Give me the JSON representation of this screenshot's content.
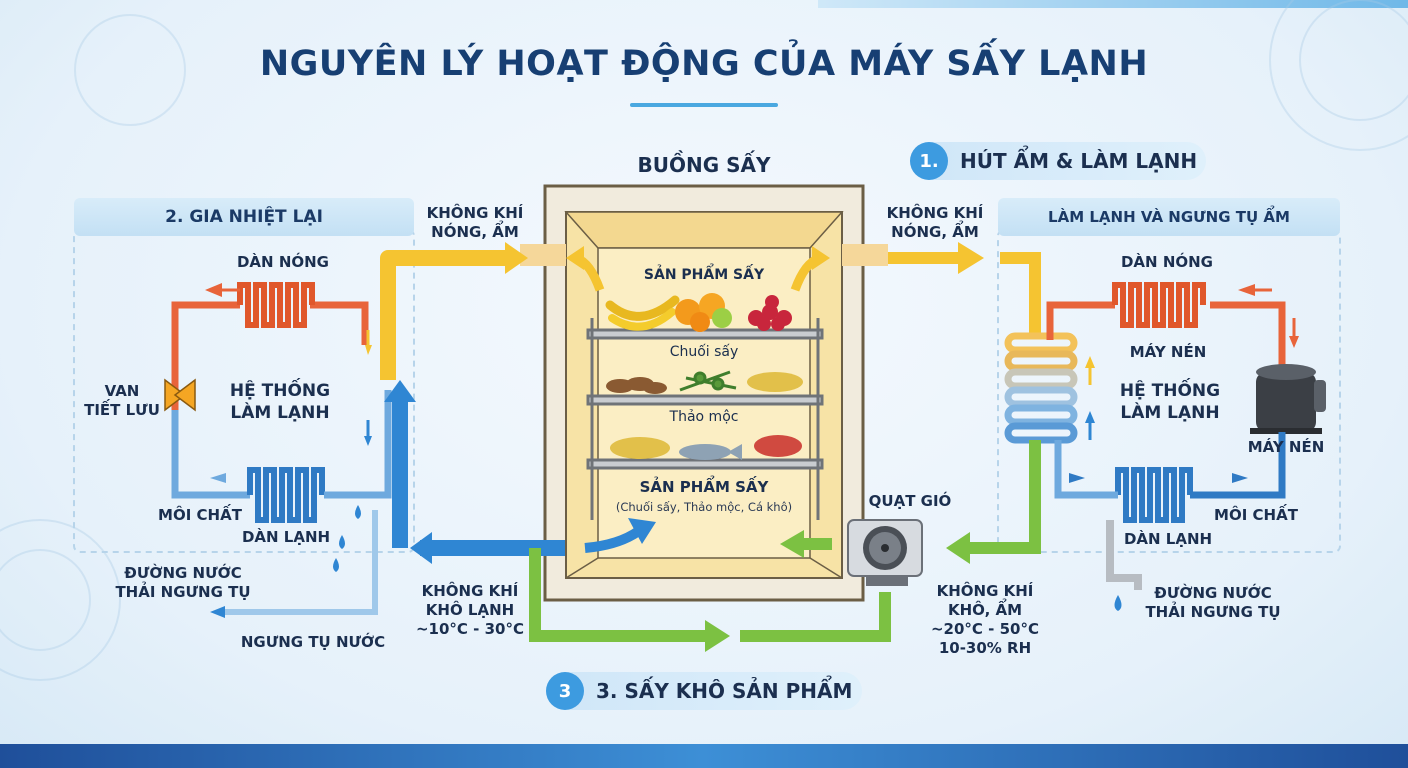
{
  "title": "NGUYÊN LÝ HOẠT ĐỘNG CỦA MÁY SẤY LẠNH",
  "chamber": {
    "title": "BUỒNG SẤY",
    "product_top": "SẢN PHẨM SẤY",
    "shelf1": "Chuối sấy",
    "shelf2": "Thảo mộc",
    "product_bottom": "SẢN PHẨM SẤY",
    "product_bottom_sub": "(Chuối sấy, Thảo mộc, Cá khô)"
  },
  "step1": {
    "num": "1.",
    "label": "HÚT ẨM & LÀM LẠNH"
  },
  "step3": {
    "num": "3",
    "label": "3. SẤY KHÔ SẢN PHẨM"
  },
  "left": {
    "header": "2. GIA NHIỆT LẠI",
    "condenser": "DÀN NÓNG",
    "valve_line1": "VAN",
    "valve_line2": "TIẾT LƯU",
    "system_line1": "HỆ THỐNG",
    "system_line2": "LÀM LẠNH",
    "refrigerant": "MÔI CHẤT",
    "evaporator": "DÀN LẠNH",
    "drain_line1": "ĐƯỜNG NƯỚC",
    "drain_line2": "THẢI NGƯNG TỤ",
    "condensate": "NGƯNG TỤ NƯỚC"
  },
  "right": {
    "header": "LÀM LẠNH VÀ NGƯNG TỤ ẨM",
    "condenser": "DÀN NÓNG",
    "compressor_top": "MÁY NÉN",
    "system_line1": "HỆ THỐNG",
    "system_line2": "LÀM LẠNH",
    "compressor": "MÁY NÉN",
    "refrigerant": "MÔI CHẤT",
    "evaporator": "DÀN LẠNH",
    "drain_line1": "ĐƯỜNG NƯỚC",
    "drain_line2": "THẢI NGƯNG TỤ"
  },
  "air": {
    "hot_humid_left_1": "KHÔNG KHÍ",
    "hot_humid_left_2": "NÓNG, ẨM",
    "hot_humid_right_1": "KHÔNG KHÍ",
    "hot_humid_right_2": "NÓNG, ẨM",
    "dry_cold_1": "KHÔNG KHÍ",
    "dry_cold_2": "KHÔ LẠNH",
    "dry_cold_3": "~10°C - 30°C",
    "dry_humid_1": "KHÔNG KHÍ",
    "dry_humid_2": "KHÔ, ẨM",
    "dry_humid_3": "~20°C - 50°C",
    "dry_humid_4": "10-30% RH"
  },
  "fan": "QUẠT GIÓ",
  "colors": {
    "hot": "#e8643a",
    "warm": "#f5c431",
    "cold": "#3d8fd6",
    "green": "#7cc142"
  }
}
